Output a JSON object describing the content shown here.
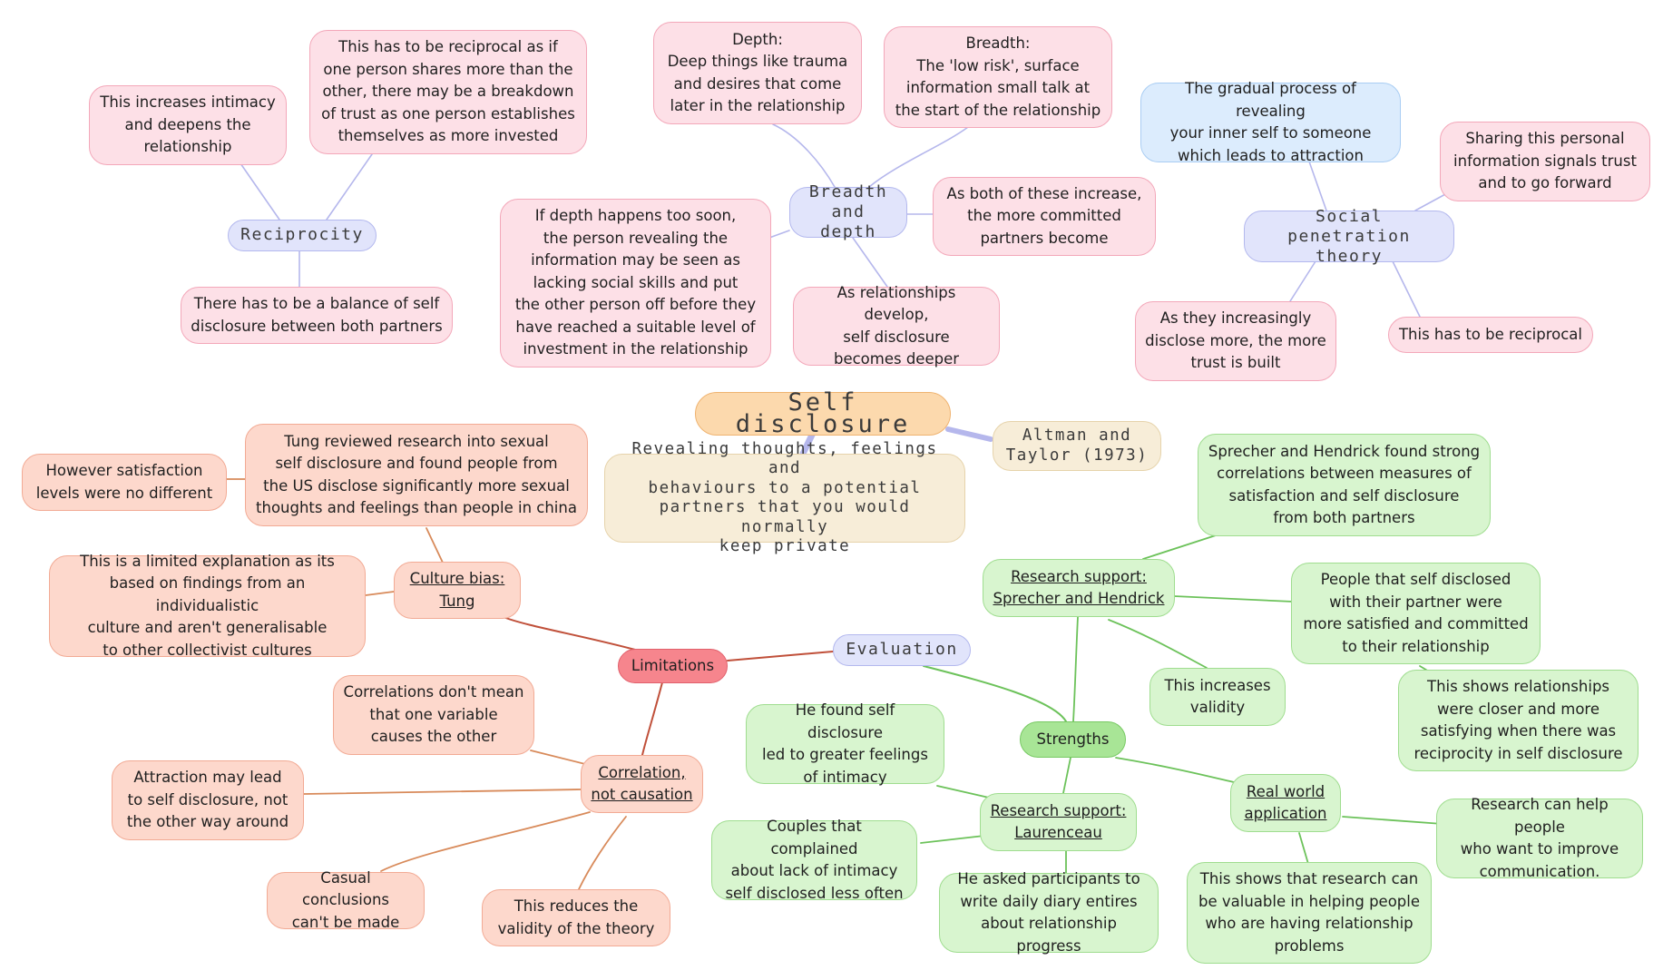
{
  "central": {
    "title": "Self disclosure",
    "definition": "Revealing thoughts, feelings and\nbehaviours to a potential\npartners that you would normally\nkeep private",
    "theorists": "Altman and\nTaylor (1973)"
  },
  "social_penetration": {
    "label": "Social penetration\ntheory",
    "gradual": "The gradual process of revealing\nyour inner self to someone\nwhich leads to attraction",
    "trust_signal": "Sharing this personal\ninformation signals trust\nand to go forward",
    "trust_built": "As they increasingly\ndisclose more, the more\ntrust is built",
    "reciprocal": "This has to be reciprocal"
  },
  "breadth_depth": {
    "label": "Breadth\nand depth",
    "depth": "Depth:\nDeep things like trauma\nand desires that come\nlater in the relationship",
    "breadth": "Breadth:\nThe 'low risk', surface\ninformation small talk at\nthe start of the relationship",
    "committed": "As both of these increase,\nthe more committed\npartners become",
    "deeper": "As relationships develop,\nself disclosure\nbecomes deeper",
    "too_soon": "If depth happens too soon,\nthe person revealing the\ninformation may be seen as\nlacking social skills and put\nthe other person off before they\nhave reached a suitable level of\ninvestment in the relationship"
  },
  "reciprocity": {
    "label": "Reciprocity",
    "intimacy": "This increases intimacy\nand deepens the\nrelationship",
    "breakdown": "This has to be reciprocal as if\none person shares more than the\nother, there may be a breakdown\nof trust as one person establishes\nthemselves as more invested",
    "balance": "There has to be a balance of self\ndisclosure between both partners"
  },
  "evaluation": {
    "label": "Evaluation"
  },
  "limitations": {
    "label": "Limitations",
    "culture_bias": "Culture bias:\nTung",
    "tung_research": "Tung reviewed research into sexual\nself disclosure and found people from\nthe US disclose significantly more sexual\nthoughts and feelings than people in china",
    "satisfaction": "However satisfaction\nlevels were no different",
    "limited": "This is a limited explanation as its\nbased on findings from an individualistic\nculture and aren't generalisable\nto other collectivist cultures",
    "correlation": "Correlation,\nnot causation",
    "correlations_mean": "Correlations don't mean\nthat one variable\ncauses the other",
    "attraction_lead": "Attraction may lead\nto self disclosure, not\nthe other way around",
    "casual": "Casual conclusions\ncan't be made",
    "reduces": "This reduces the\nvalidity of the theory"
  },
  "strengths": {
    "label": "Strengths",
    "sprecher": "Research support:\nSprecher and Hendrick",
    "sprecher_found": "Sprecher and Hendrick found strong\ncorrelations between measures of\nsatisfaction and self disclosure\nfrom both partners",
    "more_satisfied": "People that self disclosed\nwith their partner were\nmore satisfied and committed\nto their relationship",
    "validity": "This increases\nvalidity",
    "closer": "This shows relationships\nwere closer and more\nsatisfying when there was\nreciprocity in self disclosure",
    "laurenceau": "Research support:\nLaurenceau",
    "greater_intimacy": "He found self disclosure\nled to greater feelings\nof intimacy",
    "complained": "Couples that complained\nabout lack of intimacy\nself disclosed less often",
    "diary": "He asked participants to\nwrite daily diary entires\nabout relationship progress",
    "real_world": "Real world\napplication",
    "improve": "Research can help people\nwho want to improve\ncommunication.",
    "valuable": "This shows that research can\nbe valuable in helping people\nwho are having relationship\nproblems"
  },
  "colors": {
    "purple_link": "#b5b7ec",
    "red_link": "#c0503a",
    "orange_link": "#d88a5a",
    "green_link": "#6cc25a"
  }
}
